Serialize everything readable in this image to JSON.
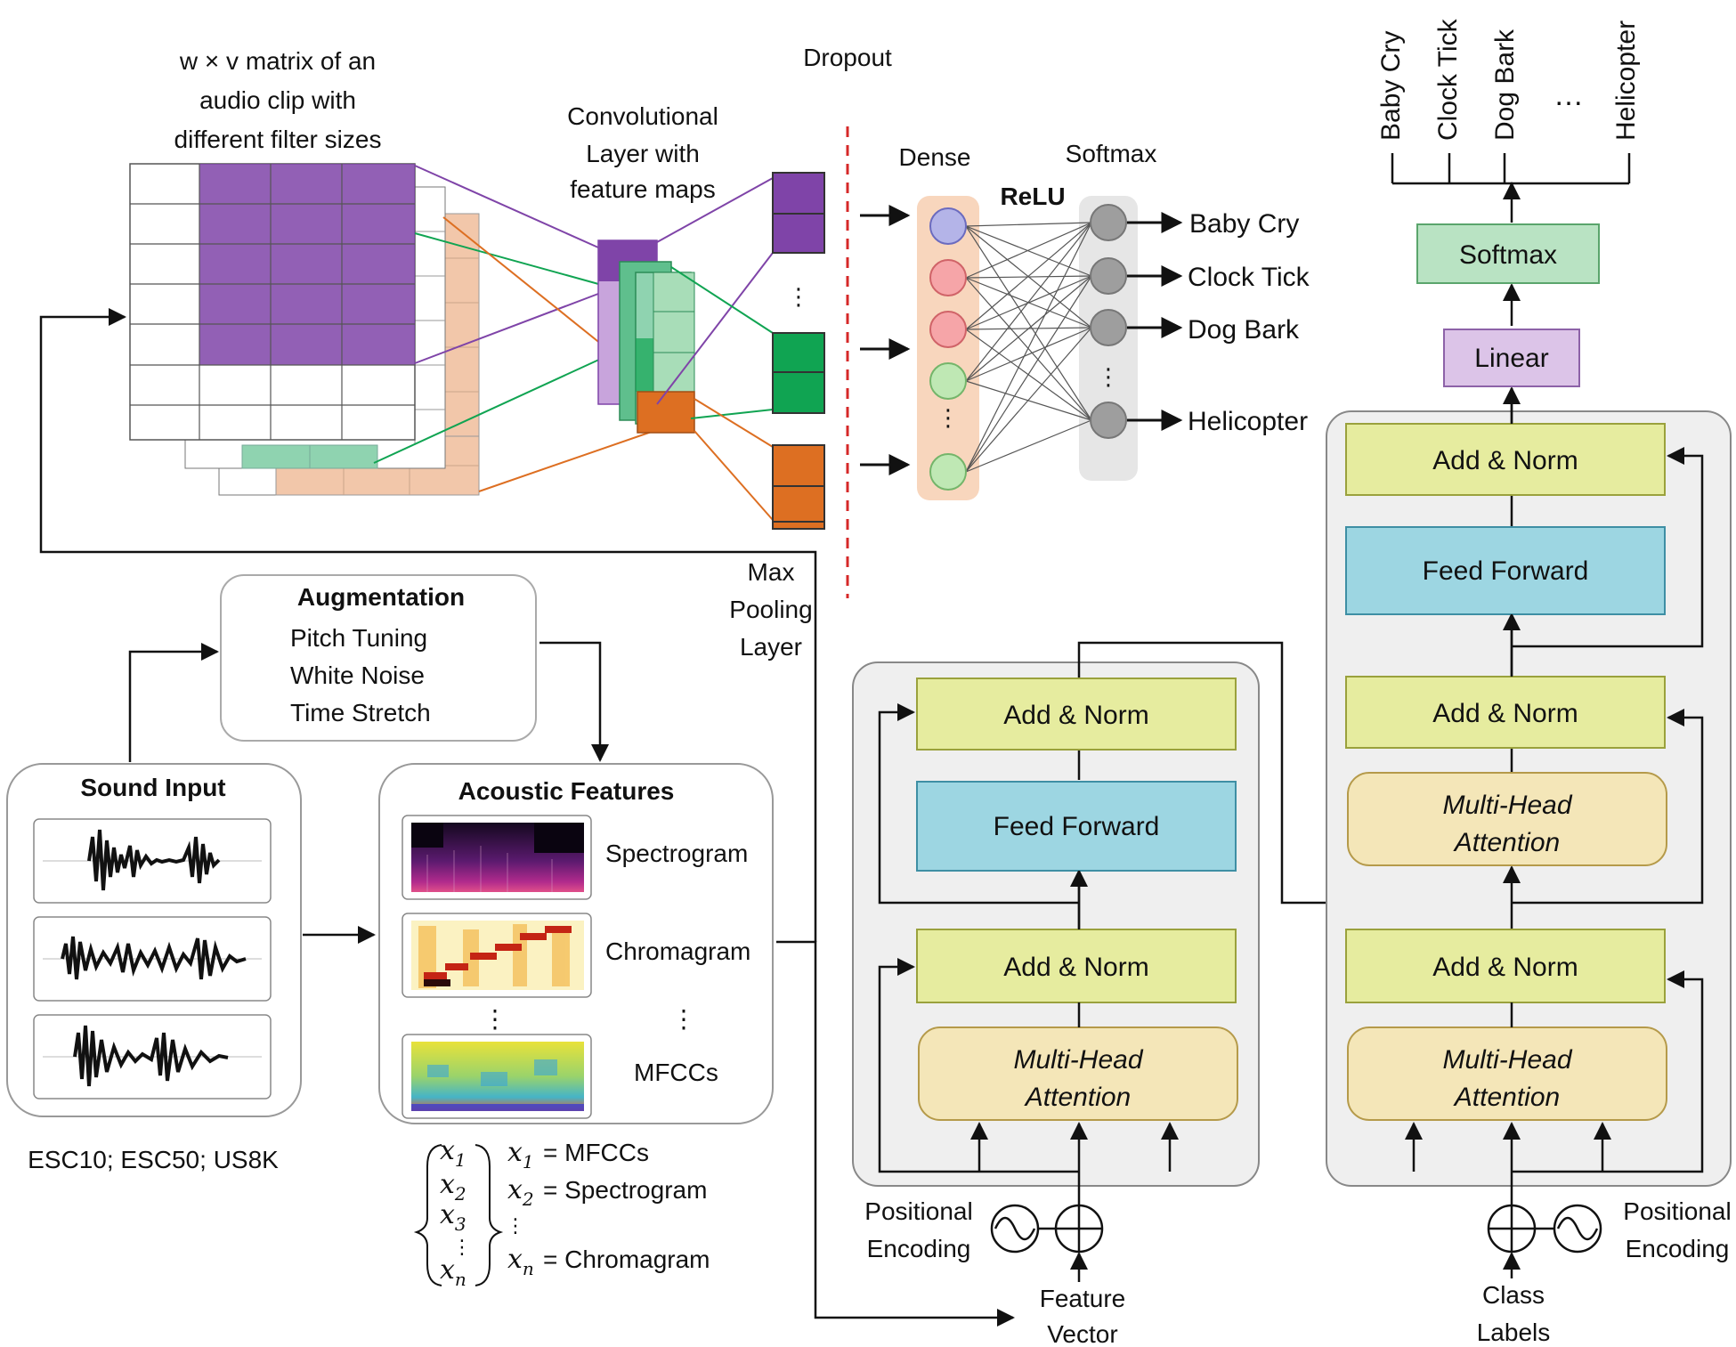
{
  "cnn": {
    "matrix_label": [
      "w × v matrix of an",
      "audio clip with",
      "different filter sizes"
    ],
    "conv_label": [
      "Convolutional",
      "Layer with",
      "feature maps"
    ],
    "dropout_label": "Dropout",
    "maxpool_label": [
      "Max",
      "Pooling",
      "Layer"
    ],
    "dense_label": "Dense",
    "softmax_label": "Softmax",
    "relu_label": "ReLU",
    "outputs": [
      "Baby Cry",
      "Clock Tick",
      "Dog Bark",
      "Helicopter"
    ]
  },
  "augmentation": {
    "title": "Augmentation",
    "items": [
      "Pitch Tuning",
      "White Noise",
      "Time Stretch"
    ]
  },
  "sound_input": {
    "title": "Sound Input",
    "datasets": "ESC10; ESC50; US8K"
  },
  "acoustic": {
    "title": "Acoustic Features",
    "features": [
      "Spectrogram",
      "Chromagram",
      "MFCCs"
    ],
    "legend": [
      {
        "var": "x",
        "sub": "1",
        "text": "= MFCCs"
      },
      {
        "var": "x",
        "sub": "2",
        "text": "= Spectrogram"
      },
      {
        "var": "x",
        "sub": "n",
        "text": "= Chromagram"
      }
    ],
    "vector_vars": [
      {
        "var": "x",
        "sub": "1"
      },
      {
        "var": "x",
        "sub": "2"
      },
      {
        "var": "x",
        "sub": "3"
      },
      {
        "var": "x",
        "sub": "n"
      }
    ]
  },
  "encoder": {
    "add_norm": "Add & Norm",
    "feed_forward": "Feed Forward",
    "mha": [
      "Multi-Head",
      "Attention"
    ],
    "positional": [
      "Positional",
      "Encoding"
    ],
    "input_label": [
      "Feature",
      "Vector"
    ]
  },
  "decoder": {
    "add_norm": "Add & Norm",
    "feed_forward": "Feed Forward",
    "mha": [
      "Multi-Head",
      "Attention"
    ],
    "positional": [
      "Positional",
      "Encoding"
    ],
    "input_label": [
      "Class",
      "Labels"
    ],
    "linear": "Linear",
    "softmax": "Softmax",
    "outputs": [
      "Baby Cry",
      "Clock Tick",
      "Dog Bark",
      "Helicopter"
    ],
    "ellipsis": "…"
  },
  "colors": {
    "purple": "#7f44a8",
    "green": "#10a452",
    "orange": "#dd6f22",
    "peach": "#f2c7aa",
    "lightgreen": "#8fd3b0",
    "yellow": "#e6ec9f",
    "blue": "#9dd6e2",
    "tan": "#f4e6b8",
    "lilac": "#dcc4e8",
    "softmax_green": "#b9e3c3",
    "panel": "#efefef"
  }
}
